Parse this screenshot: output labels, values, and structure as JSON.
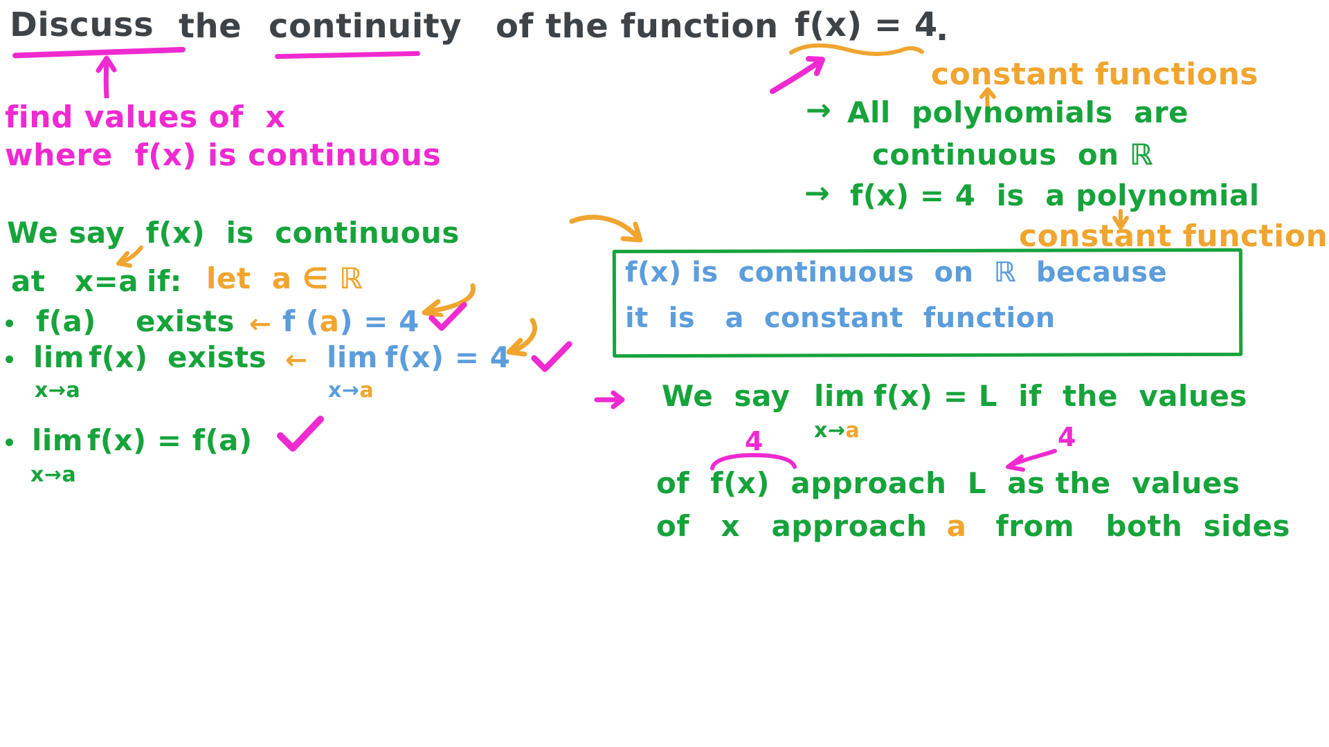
{
  "palette": {
    "ink": "#3e4347",
    "pink": "#ef2ad0",
    "orange": "#f0a52f",
    "green": "#17a33b",
    "blue": "#5c9ddc",
    "bg": "#ffffff"
  },
  "title": {
    "discuss": "Discuss",
    "the": "the",
    "continuity": "continuity",
    "of_the_function": "of the function",
    "fx": "f(x) = 4",
    "period": "."
  },
  "note": {
    "line1": "find values of  x",
    "line2": "where  f(x) is continuous"
  },
  "definition": {
    "intro": "We say  f(x)  is  continuous",
    "at": "at",
    "xa": "x=a",
    "ifw": "if:",
    "let": "let  a ∈ ℝ",
    "b1": {
      "fa": "f(a)",
      "exists": "exists",
      "arrow": "←",
      "blue_open": "f (",
      "a": "a",
      "blue_close": ") = 4"
    },
    "b2": {
      "lim": "lim",
      "sub": "x→a",
      "fx": "f(x)",
      "exists": "exists",
      "arrow": "←",
      "blue_lim": "lim",
      "blue_sub_x": "x→",
      "sub_a": "a",
      "blue_fx": "f(x) = 4"
    },
    "b3": {
      "lim": "lim",
      "sub": "x→a",
      "eq": "f(x) = f(a)"
    }
  },
  "right": {
    "label_top": "constant functions",
    "arrow1": "→",
    "line1": "All  polynomials  are",
    "line2": "continuous  on ℝ",
    "arrow2": "→",
    "line3": "f(x) = 4  is  a polynomial",
    "label_bottom": "constant function"
  },
  "box": {
    "line1": "f(x) is  continuous  on  ℝ  because",
    "line2": "it  is   a  constant  function"
  },
  "bottom": {
    "we_say": "We  say",
    "lim": "lim",
    "sub_x": "x→",
    "sub_a": "a",
    "line1_rest": "f(x) = L  if  the  values",
    "four_left": "4",
    "four_right": "4",
    "line2": "of  f(x)  approach  L  as the  values",
    "line3_pre": "of   x   approach",
    "line3_a": "a",
    "line3_post": "from   both  sides"
  }
}
